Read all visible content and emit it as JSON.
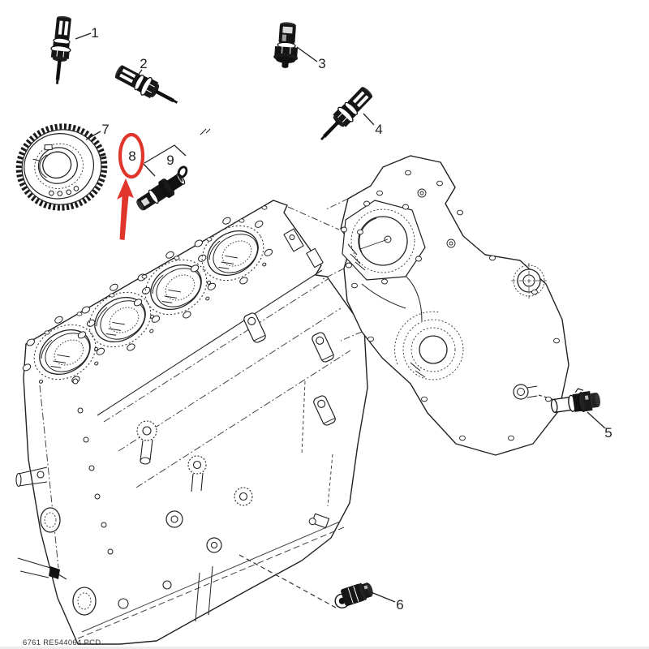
{
  "diagram": {
    "type": "exploded-parts-diagram-engine-sensors",
    "footer_code": "6761 RE544064 PCD",
    "background": "#ffffff",
    "line_color": "#1f1f1f",
    "highlight_color": "#e0352b"
  },
  "callouts": [
    {
      "label": "1"
    },
    {
      "label": "2"
    },
    {
      "label": "3"
    },
    {
      "label": "4"
    },
    {
      "label": "5"
    },
    {
      "label": "6"
    },
    {
      "label": "7"
    },
    {
      "label": "8",
      "highlighted": true
    },
    {
      "label": "9"
    }
  ],
  "highlight": {
    "circled_label": "8",
    "arrow_direction": "up"
  }
}
